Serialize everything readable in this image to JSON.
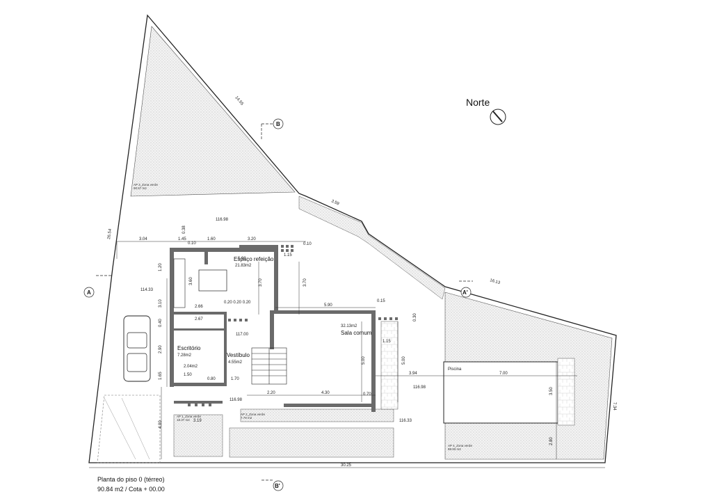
{
  "north_label": "Norte",
  "caption": {
    "line1": "Planta do piso 0 (térreo)",
    "line2": "90.84 m2 / Cota + 00.00"
  },
  "sections": {
    "a": "A",
    "a_prime": "A'",
    "b": "B",
    "b_prime": "B'"
  },
  "rooms": {
    "espaco": {
      "name": "Espaço refeição",
      "area": "21.83m2"
    },
    "sala": {
      "name": "Sala comum",
      "area": "32.13m2"
    },
    "escritorio": {
      "name": "Escritório",
      "area": "7.28m2"
    },
    "vestibulo": {
      "name": "Vestíbulo",
      "area": "4.55m2"
    },
    "wc": {
      "area": "2.04m2"
    },
    "piscina": {
      "name": "Piscina"
    }
  },
  "green_zones": {
    "ap3": {
      "name": "AP 3_Zona verde",
      "area": "90.57 m2"
    },
    "ap4": {
      "name": "AP 4_Zona verde",
      "area": "88.93 m2"
    },
    "ap1": {
      "name": "AP 1_Zona verde",
      "area": "18.37 m2"
    },
    "ap2": {
      "name": "AP 2_Zona verde",
      "area": "7.79 m2"
    }
  },
  "levels": {
    "l1": "116.98",
    "l2": "114.33",
    "l3": "117.00",
    "l4": "116.98",
    "l5": "116.98",
    "l6": "116.33"
  },
  "dimensions": {
    "d1455": "14.55",
    "d359": "3.59",
    "d1613": "16.13",
    "d2654": "26.54",
    "d3025": "30.25",
    "d734": "7.34",
    "d304": "3.04",
    "d145": "1.45",
    "d160": "1.60",
    "d320": "3.20",
    "d590a": "5.90",
    "d590b": "5.90",
    "d700": "7.00",
    "d394": "3.94",
    "d350": "3.50",
    "d280": "2.80",
    "d500a": "5.00",
    "d500b": "5.00",
    "d430": "4.30",
    "d220": "2.20",
    "d370a": "3.70",
    "d370b": "3.70",
    "d360": "3.60",
    "d310": "3.10",
    "d170": "1.70",
    "d120": "1.20",
    "d400": "4.00",
    "d319": "3.19",
    "d115a": "1.15",
    "d115b": "1.15",
    "d015": "0.15",
    "d030": "0.30",
    "d010": "0.10",
    "d020": "0.20 0.20 0.20",
    "d266": "2.66",
    "d267": "2.67",
    "d080": "0.80",
    "d070": "0.70",
    "d150": "1.50",
    "d165": "1.65",
    "d010b": "0.10",
    "d038": "0.38",
    "d040": "0.40",
    "d290": "2.90"
  },
  "colors": {
    "wall": "#6a6a6a",
    "green_fill": "#d9d9d9",
    "line": "#333333"
  }
}
